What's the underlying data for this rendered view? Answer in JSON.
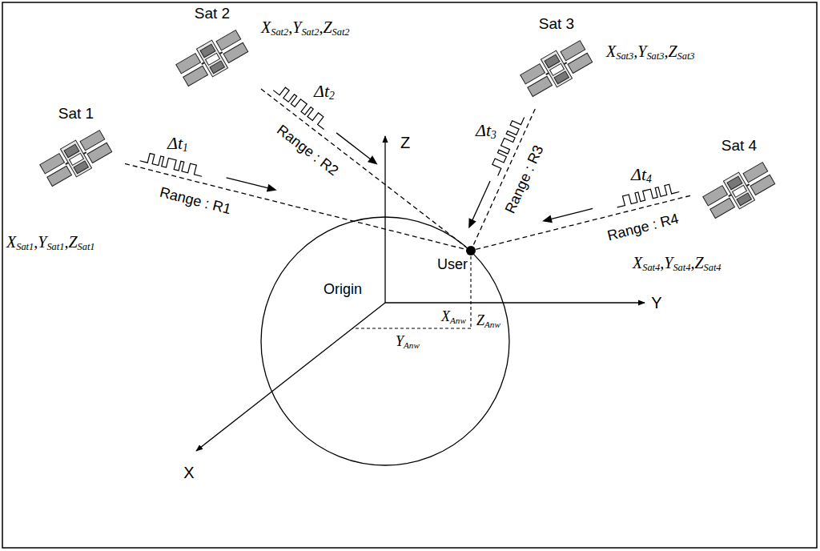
{
  "diagram": {
    "nodes": [
      {
        "text": [
          "Sat 1"
        ]
      },
      {
        "text": [
          "Sat 2"
        ]
      },
      {
        "text": [
          "Sat 3"
        ]
      },
      {
        "text": [
          "Sat 4"
        ]
      },
      {
        "text": [
          "User"
        ]
      }
    ],
    "edges": [
      {
        "from": 0,
        "to": 4,
        "arrow": "none",
        "label": "Range : R1"
      },
      {
        "from": 1,
        "to": 4,
        "arrow": "none",
        "label": "Range : R2"
      },
      {
        "from": 2,
        "to": 4,
        "arrow": "none",
        "label": "Range : R3"
      },
      {
        "from": 3,
        "to": 4,
        "arrow": "none",
        "label": "Range : R4"
      }
    ],
    "labels": [
      "XSat1,YSat1,ZSat1",
      "Δt1",
      "XSat2,YSat2,ZSat2",
      "Δt2",
      "XSat3,YSat3,ZSat3",
      "Δt3",
      "XSat4,YSat4,ZSat4",
      "Δt4",
      "Z",
      "Y",
      "X",
      "Origin",
      "ZAnw",
      "XAnw",
      "YAnw"
    ]
  }
}
